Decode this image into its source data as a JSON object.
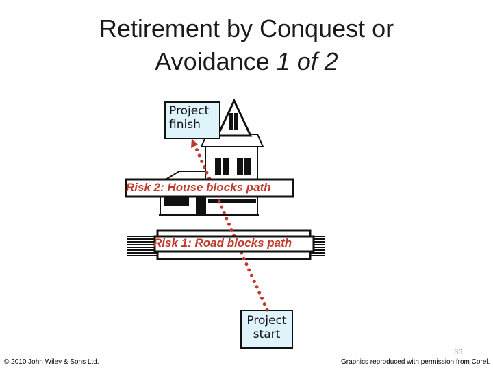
{
  "slide": {
    "title_line1": "Retirement by Conquest or",
    "title_line2_plain": "Avoidance ",
    "title_line2_italic": "1 of 2"
  },
  "diagram": {
    "finish_box": {
      "line1": "Project",
      "line2": "finish"
    },
    "start_box": {
      "line1": "Project",
      "line2": "start"
    },
    "risk2_label": "Risk 2: House blocks path",
    "risk1_label": "Risk 1: Road blocks path",
    "path_color": "#c0392b",
    "box_fill": "#dff3fb"
  },
  "footer": {
    "copyright": "© 2010 John Wiley & Sons Ltd.",
    "slide_number": "36",
    "credit": "Graphics reproduced with permission from Corel."
  }
}
